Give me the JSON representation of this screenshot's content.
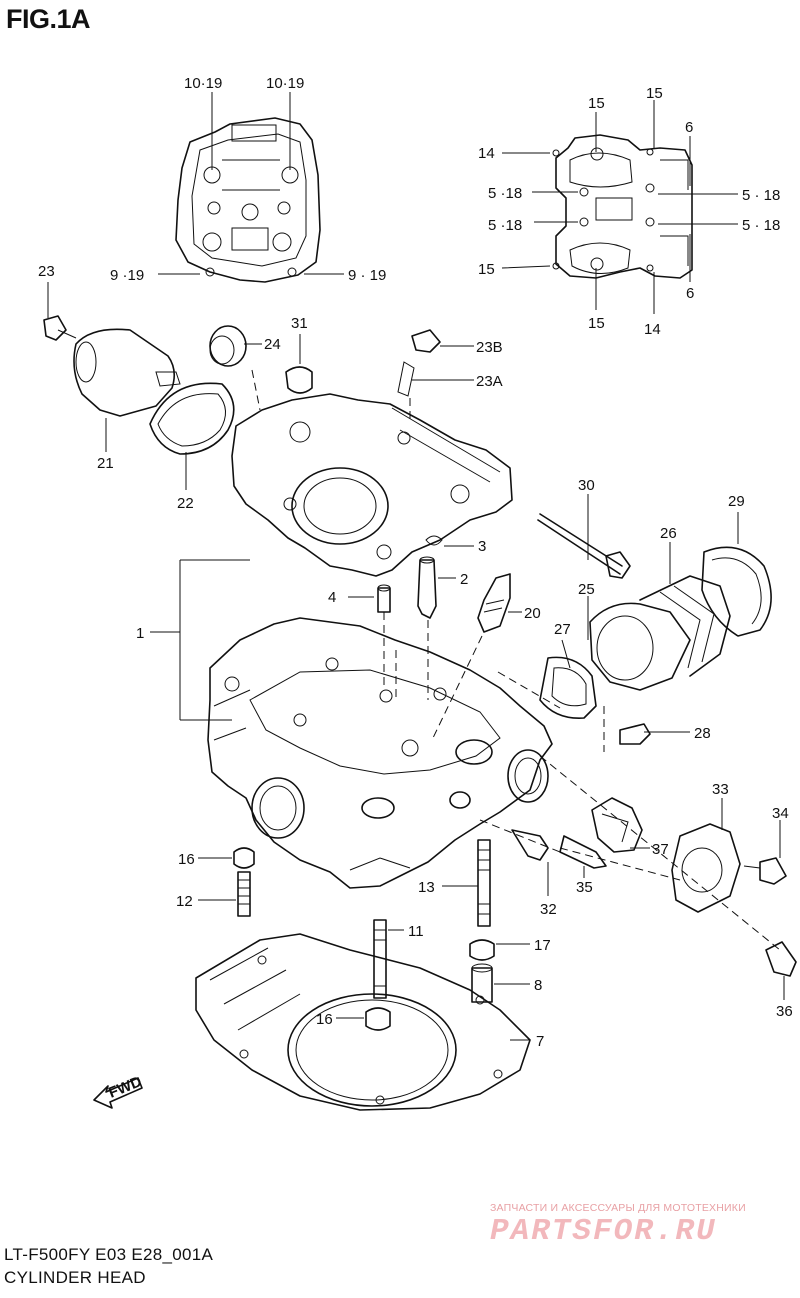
{
  "figure": {
    "title": "FIG.1A"
  },
  "footer": {
    "model_code": "LT-F500FY E03 E28_001A",
    "part_group": "CYLINDER HEAD"
  },
  "watermark": {
    "tagline": "ЗАПЧАСТИ И АКСЕССУАРЫ ДЛЯ МОТОТЕХНИКИ",
    "logo": "PARTSFOR.RU",
    "color": "#f2b8bc"
  },
  "fwd_arrow": "FWD",
  "callouts": {
    "head_cover_gasket": {
      "top_left": "10·19",
      "top_right": "10·19",
      "bottom_left": "9 ·19",
      "bottom_right": "9 · 19"
    },
    "head_cover": {
      "top_15": "15",
      "top_15b": "15",
      "left_14": "14",
      "right_6_top": "6",
      "left_518_a": "5 ·18",
      "left_518_b": "5 ·18",
      "right_518_a": "5 · 18",
      "right_518_b": "5 · 18",
      "left_15": "15",
      "bottom_15": "15",
      "bottom_14": "14",
      "right_6_bottom": "6"
    },
    "parts": {
      "p23": "23",
      "p24": "24",
      "p31": "31",
      "p23b": "23B",
      "p23a": "23A",
      "p21": "21",
      "p22": "22",
      "p30": "30",
      "p29": "29",
      "p26": "26",
      "p3": "3",
      "p2": "2",
      "p4": "4",
      "p20": "20",
      "p25": "25",
      "p27": "27",
      "p1": "1",
      "p28": "28",
      "p33": "33",
      "p34": "34",
      "p37": "37",
      "p16a": "16",
      "p12": "12",
      "p13": "13",
      "p32": "32",
      "p35": "35",
      "p11": "11",
      "p17": "17",
      "p8": "8",
      "p16b": "16",
      "p7": "7",
      "p36": "36"
    }
  }
}
